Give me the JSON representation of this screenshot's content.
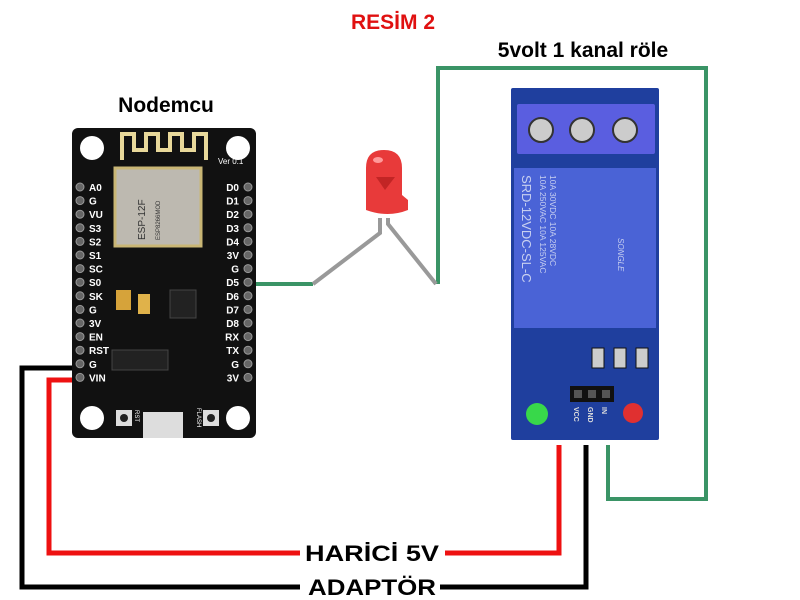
{
  "titles": {
    "figure": "RESİM 2",
    "relay": "5volt 1 kanal röle",
    "board": "Nodemcu"
  },
  "wire_labels": {
    "red": "HARİCİ 5V",
    "black": "ADAPTÖR"
  },
  "colors": {
    "title_red": "#e01010",
    "wire_red": "#ee1111",
    "wire_black": "#000000",
    "wire_green": "#3a9466",
    "led_leg": "#999999",
    "board": "#111111",
    "relay_pcb": "#1f3f9e",
    "relay_body": "#4a63d6"
  },
  "nodemcu": {
    "version": "Ver 0.1",
    "module": "ESP-12F",
    "module_sub": "ESP8266MOD",
    "left_pins": [
      "A0",
      "G",
      "VU",
      "S3",
      "S2",
      "S1",
      "SC",
      "S0",
      "SK",
      "G",
      "3V",
      "EN",
      "RST",
      "G",
      "VIN"
    ],
    "right_pins": [
      "D0",
      "D1",
      "D2",
      "D3",
      "D4",
      "3V",
      "G",
      "D5",
      "D6",
      "D7",
      "D8",
      "RX",
      "TX",
      "G",
      "3V"
    ],
    "buttons": [
      "RST",
      "FLASH"
    ]
  },
  "relay": {
    "model": "SRD-12VDC-SL-C",
    "rating_lines": [
      "10A 250VAC  10A 125VAC",
      "10A 30VDC  10A 28VDC"
    ],
    "brand": "SONGLE",
    "pins": [
      "VCC",
      "GND",
      "IN"
    ]
  }
}
